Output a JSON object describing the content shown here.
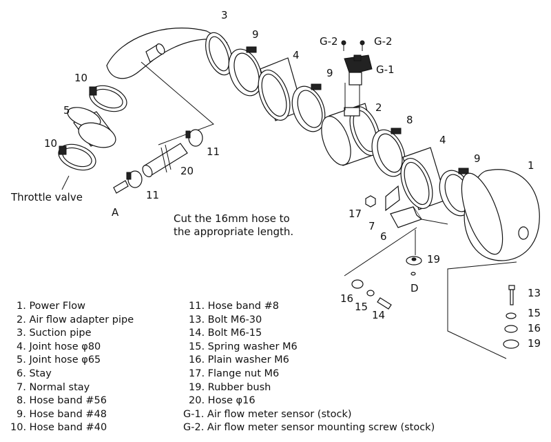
{
  "labels": {
    "l3": "3",
    "l9a": "9",
    "l4a": "4",
    "l10a": "10",
    "l5": "5",
    "l10b": "10",
    "l9b": "9",
    "l2": "2",
    "l8": "8",
    "l4b": "4",
    "l9c": "9",
    "l1": "1",
    "lG2a": "G-2",
    "lG2b": "G-2",
    "lG1": "G-1",
    "l11a": "11",
    "l11b": "11",
    "l20": "20",
    "lA": "A",
    "throttle": "Throttle valve",
    "l17": "17",
    "l7": "7",
    "l6": "6",
    "l19a": "19",
    "lD": "D",
    "l16a": "16",
    "l15a": "15",
    "l14": "14",
    "l13": "13",
    "l15b": "15",
    "l16b": "16",
    "l19b": "19"
  },
  "note": {
    "line1": "Cut the 16mm hose to",
    "line2": "the appropriate length."
  },
  "legend_left": [
    "1. Power Flow",
    "2. Air flow adapter pipe",
    "3. Suction pipe",
    "4. Joint hose  φ80",
    "5. Joint hose  φ65",
    "6. Stay",
    "7. Normal stay",
    "8. Hose band  #56",
    "9. Hose band  #48",
    "10. Hose band  #40"
  ],
  "legend_right": [
    "11. Hose band  #8",
    "13. Bolt  M6-30",
    "14. Bolt  M6-15",
    "15. Spring washer  M6",
    "16. Plain washer  M6",
    "17. Flange nut  M6",
    "19. Rubber bush",
    "20. Hose  φ16",
    "G-1. Air flow meter sensor (stock)",
    "G-2. Air flow meter sensor mounting screw (stock)"
  ]
}
